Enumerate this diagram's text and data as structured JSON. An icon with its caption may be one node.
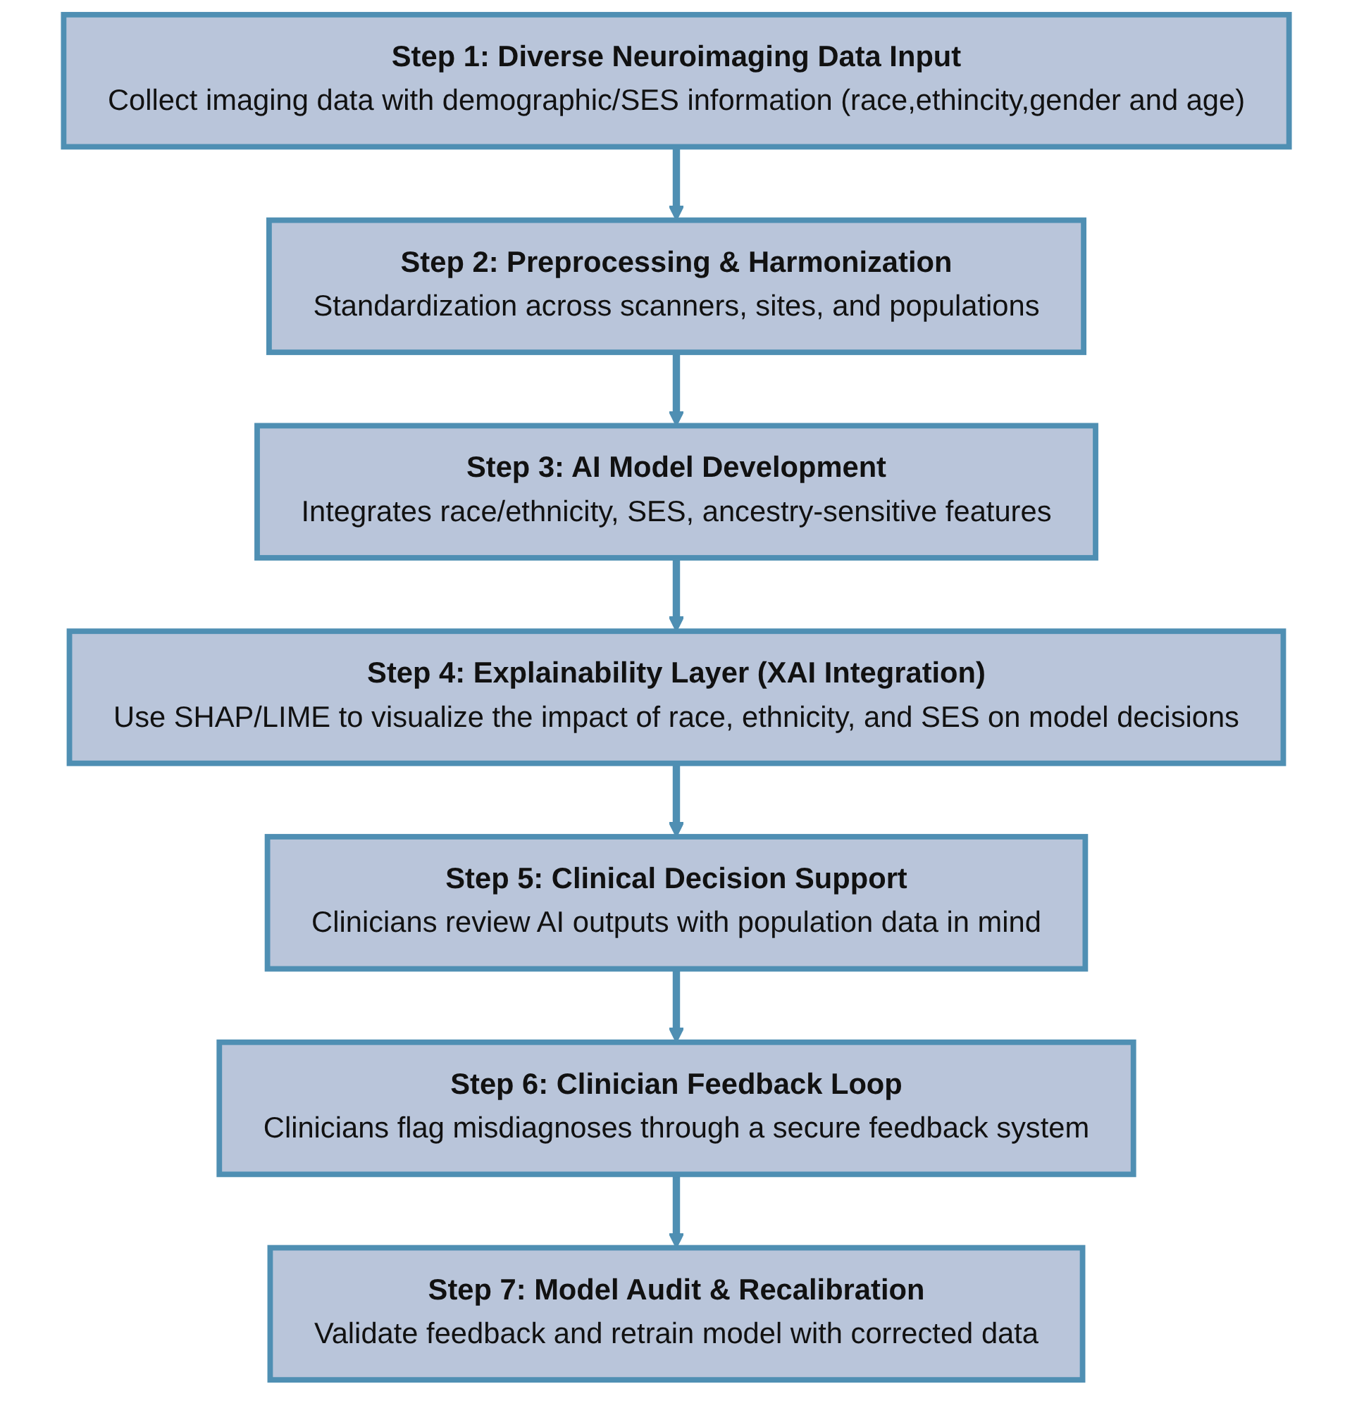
{
  "diagram": {
    "nodes": [
      {
        "text": [
          "Step 1: Diverse Neuroimaging Data Input",
          "Collect imaging data with demographic/SES information (race,ethincity,gender and age)"
        ]
      },
      {
        "text": [
          "Step 2: Preprocessing & Harmonization",
          "Standardization across scanners, sites, and populations"
        ]
      },
      {
        "text": [
          "Step 3: AI Model Development",
          "Integrates race/ethnicity, SES, ancestry-sensitive features"
        ]
      },
      {
        "text": [
          "Step 4: Explainability Layer (XAI Integration)",
          "Use SHAP/LIME to visualize the impact of race, ethnicity, and SES on model decisions"
        ]
      },
      {
        "text": [
          "Step 5: Clinical Decision Support",
          "Clinicians review AI outputs with population data in mind"
        ]
      },
      {
        "text": [
          "Step 6: Clinician Feedback Loop",
          "Clinicians flag misdiagnoses through a secure feedback system"
        ]
      },
      {
        "text": [
          "Step 7: Model Audit & Recalibration",
          "Validate feedback and retrain model with corrected data"
        ]
      }
    ],
    "edges": [
      {
        "from": 0,
        "to": 1,
        "arrow": "to"
      },
      {
        "from": 1,
        "to": 2,
        "arrow": "to"
      },
      {
        "from": 2,
        "to": 3,
        "arrow": "to"
      },
      {
        "from": 3,
        "to": 4,
        "arrow": "to"
      },
      {
        "from": 4,
        "to": 5,
        "arrow": "to"
      },
      {
        "from": 5,
        "to": 6,
        "arrow": "to"
      }
    ]
  }
}
